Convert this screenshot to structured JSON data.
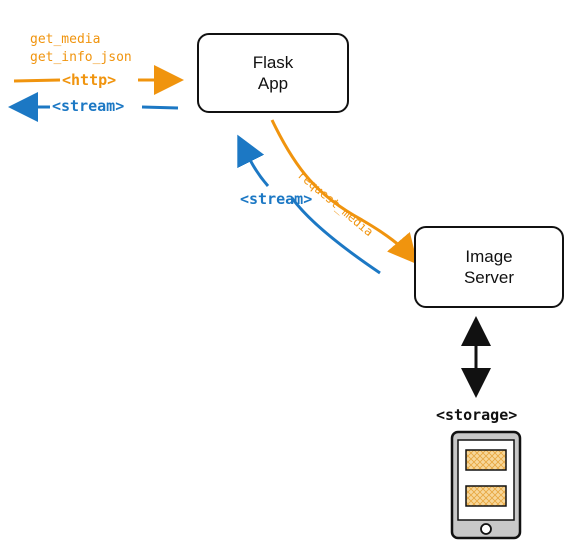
{
  "diagram": {
    "nodes": {
      "flask_app": {
        "line1": "Flask",
        "line2": "App"
      },
      "image_server": {
        "line1": "Image",
        "line2": "Server"
      },
      "storage": {
        "label": "<storage>"
      }
    },
    "labels": {
      "get_media": "get_media",
      "get_info_json": "get_info_json",
      "http": "<http>",
      "stream_left": "<stream>",
      "stream_mid": "<stream>",
      "request_media": "request_media"
    },
    "colors": {
      "orange": "#f0940e",
      "blue": "#1c78c4",
      "dark": "#111111",
      "tile": "#f7d79a"
    },
    "icons": [
      "storage-device-icon"
    ]
  }
}
